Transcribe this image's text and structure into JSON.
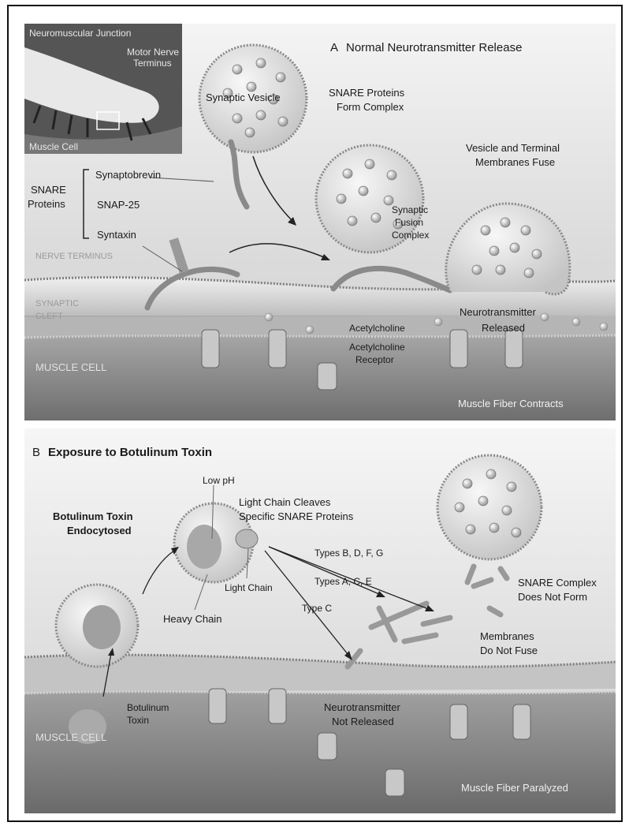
{
  "panel_a": {
    "letter": "A",
    "title": "Normal Neurotransmitter Release",
    "inset": {
      "title": "Neuromuscular Junction",
      "nerve_label_1": "Motor Nerve",
      "nerve_label_2": "Terminus",
      "cell_label": "Muscle Cell"
    },
    "vesicle_label": "Synaptic Vesicle",
    "snare_form_1": "SNARE Proteins",
    "snare_form_2": "Form Complex",
    "fuse_1": "Vesicle and Terminal",
    "fuse_2": "Membranes Fuse",
    "snare_group_1": "SNARE",
    "snare_group_2": "Proteins",
    "synaptobrevin": "Synaptobrevin",
    "snap25": "SNAP-25",
    "syntaxin": "Syntaxin",
    "fusion_1": "Synaptic",
    "fusion_2": "Fusion",
    "fusion_3": "Complex",
    "nerve_terminus": "NERVE TERMINUS",
    "cleft_1": "SYNAPTIC",
    "cleft_2": "CLEFT",
    "muscle_cell": "MUSCLE CELL",
    "acetylcholine": "Acetylcholine",
    "receptor_1": "Acetylcholine",
    "receptor_2": "Receptor",
    "released_1": "Neurotransmitter",
    "released_2": "Released",
    "contracts": "Muscle Fiber Contracts"
  },
  "panel_b": {
    "letter": "B",
    "title": "Exposure to Botulinum Toxin",
    "low_ph": "Low pH",
    "cleaves_1": "Light Chain Cleaves",
    "cleaves_2": "Specific SNARE Proteins",
    "endo_1": "Botulinum Toxin",
    "endo_2": "Endocytosed",
    "types_bdfg": "Types B, D, F, G",
    "types_ace": "Types A, C, E",
    "type_c": "Type C",
    "light_chain": "Light Chain",
    "heavy_chain": "Heavy Chain",
    "no_complex_1": "SNARE Complex",
    "no_complex_2": "Does Not Form",
    "no_fuse_1": "Membranes",
    "no_fuse_2": "Do Not Fuse",
    "toxin_1": "Botulinum",
    "toxin_2": "Toxin",
    "not_released_1": "Neurotransmitter",
    "not_released_2": "Not Released",
    "muscle_cell": "MUSCLE CELL",
    "paralyzed": "Muscle Fiber Paralyzed"
  }
}
